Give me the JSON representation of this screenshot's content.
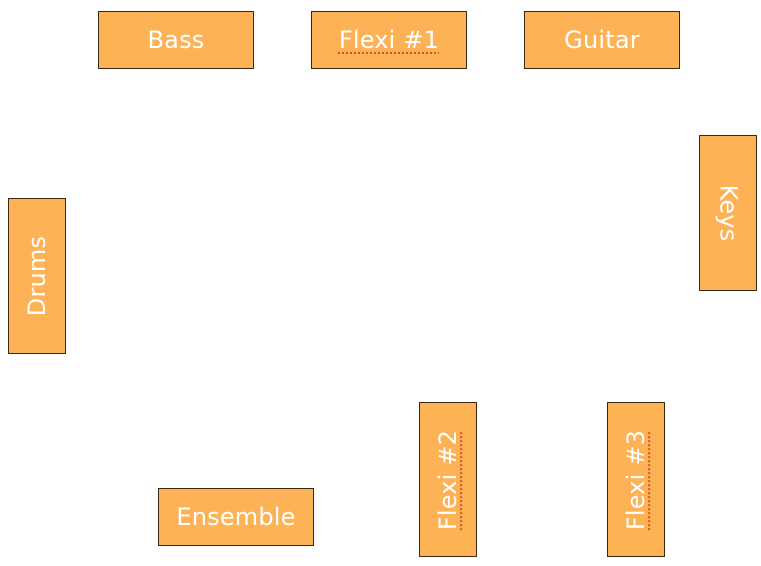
{
  "colors": {
    "block_fill": "#fdb256",
    "block_border": "#3a2a14",
    "label_text": "#ffffff",
    "spellcheck_underline": "#d9502a"
  },
  "blocks": {
    "bass": "Bass",
    "flexi1": "Flexi #1",
    "guitar": "Guitar",
    "keys": "Keys",
    "drums": "Drums",
    "ensemble": "Ensemble",
    "flexi2": "Flexi #2",
    "flexi3": "Flexi #3"
  }
}
